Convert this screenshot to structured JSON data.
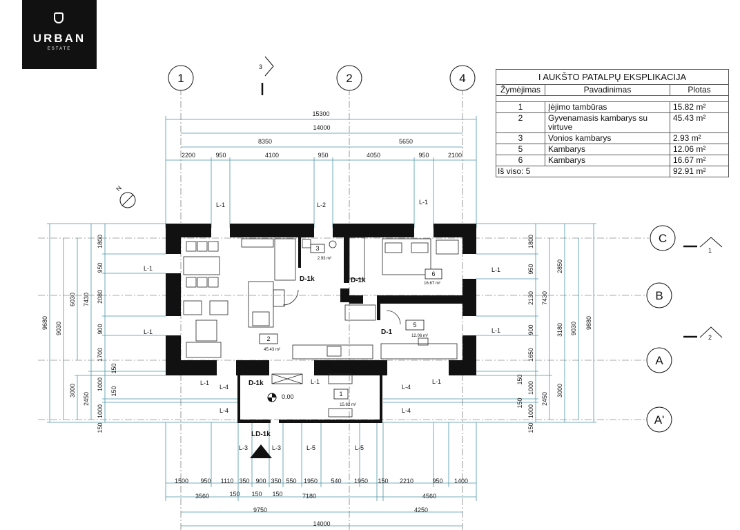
{
  "logo": {
    "brand": "URBAN",
    "sub": "ESTATE"
  },
  "table": {
    "title": "I AUKŠTO PATALPŲ EKSPLIKACIJA",
    "headers": [
      "Žymėjimas",
      "Pavadinimas",
      "Plotas"
    ],
    "rows": [
      {
        "id": "1",
        "name": "Įėjimo tambūras",
        "area": "15.82 m²"
      },
      {
        "id": "2",
        "name": "Gyvenamasis kambarys su virtuve",
        "area": "45.43 m²"
      },
      {
        "id": "3",
        "name": "Vonios kambarys",
        "area": "2.93 m²"
      },
      {
        "id": "5",
        "name": "Kambarys",
        "area": "12.06 m²"
      },
      {
        "id": "6",
        "name": "Kambarys",
        "area": "16.67 m²"
      }
    ],
    "total_label": "Iš viso: 5",
    "total_area": "92.91 m²"
  },
  "axes": {
    "top": [
      "1",
      "2",
      "4"
    ],
    "right": [
      "C",
      "B",
      "A",
      "A'"
    ]
  },
  "section_marks": {
    "top": "3",
    "right": [
      "1",
      "2"
    ]
  },
  "north": "N",
  "dims_top": {
    "total": "15300",
    "row2": "14000",
    "row3": [
      "8350",
      "5650"
    ],
    "row4": [
      "2200",
      "950",
      "4100",
      "950",
      "4050",
      "950",
      "2100"
    ]
  },
  "dims_bottom": {
    "row1": [
      "1500",
      "950",
      "1110",
      "350",
      "900",
      "350",
      "550",
      "1950",
      "540",
      "1950",
      "150",
      "2210",
      "950",
      "1400"
    ],
    "row2": [
      "3560",
      "150",
      "150",
      "150",
      "7180",
      "4560"
    ],
    "row3": [
      "9750",
      "4250"
    ],
    "total": "14000"
  },
  "dims_left": {
    "outer": "9680",
    "second": "9030",
    "third": "6030",
    "fourth": "7430",
    "inner": [
      "1800",
      "950",
      "2080",
      "900",
      "1700",
      "150",
      "1000",
      "150",
      "1000",
      "150"
    ],
    "small": [
      "3000",
      "2450"
    ]
  },
  "dims_right": {
    "inner": [
      "1800",
      "950",
      "2130",
      "900",
      "1650",
      "150",
      "1000",
      "150",
      "1000",
      "150"
    ],
    "mid": [
      "2850",
      "7430",
      "3180",
      "3000",
      "2450"
    ],
    "outer": [
      "9030",
      "9880"
    ]
  },
  "rooms": [
    {
      "id": "1",
      "area": "15.82 m²"
    },
    {
      "id": "2",
      "area": "45.43 m²"
    },
    {
      "id": "3",
      "area": "2.93 m²"
    },
    {
      "id": "5",
      "area": "12.06 m²"
    },
    {
      "id": "6",
      "area": "16.67 m²"
    }
  ],
  "window_labels": [
    "L-1",
    "L-2",
    "L-1",
    "L-1",
    "L-1",
    "L-1",
    "L-1",
    "L-1",
    "L-1",
    "L-1",
    "L-1",
    "L-4",
    "L-4",
    "L-4",
    "L-4",
    "L-3",
    "L-3",
    "L-5",
    "L-5"
  ],
  "door_labels": [
    "D-1k",
    "D-1k",
    "D-1",
    "D-1k",
    "LD-1k"
  ],
  "level": "0.00"
}
